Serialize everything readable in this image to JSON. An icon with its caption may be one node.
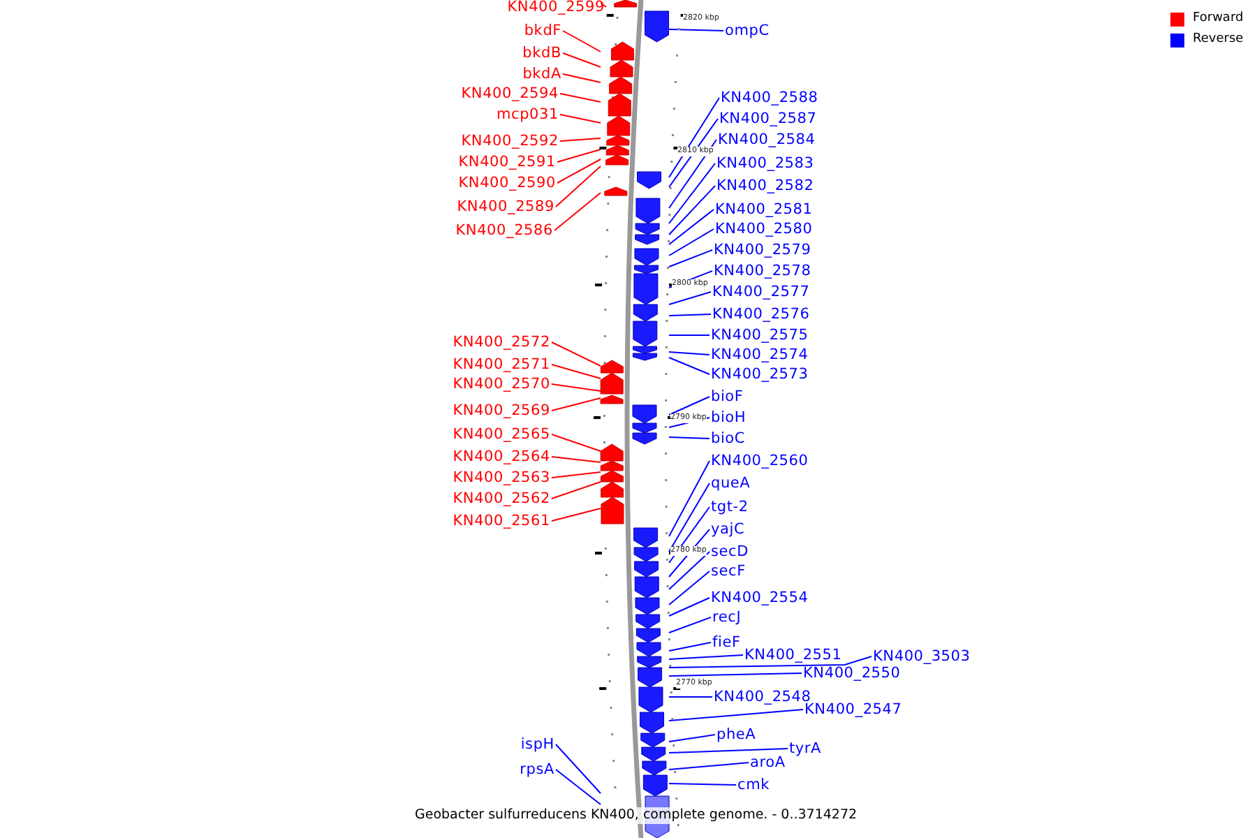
{
  "diagram": {
    "caption": "Geobacter sulfurreducens KN400, complete genome. - 0..3714272",
    "nodes": [
      {
        "text": [
          "KN400_2599"
        ]
      },
      {
        "text": [
          "bkdF"
        ]
      },
      {
        "text": [
          "bkdB"
        ]
      },
      {
        "text": [
          "bkdA"
        ]
      },
      {
        "text": [
          "KN400_2594"
        ]
      },
      {
        "text": [
          "mcp031"
        ]
      },
      {
        "text": [
          "KN400_2592"
        ]
      },
      {
        "text": [
          "KN400_2591"
        ]
      },
      {
        "text": [
          "KN400_2590"
        ]
      },
      {
        "text": [
          "KN400_2589"
        ]
      },
      {
        "text": [
          "KN400_2586"
        ]
      },
      {
        "text": [
          "KN400_2572"
        ]
      },
      {
        "text": [
          "KN400_2571"
        ]
      },
      {
        "text": [
          "KN400_2570"
        ]
      },
      {
        "text": [
          "KN400_2569"
        ]
      },
      {
        "text": [
          "KN400_2565"
        ]
      },
      {
        "text": [
          "KN400_2564"
        ]
      },
      {
        "text": [
          "KN400_2563"
        ]
      },
      {
        "text": [
          "KN400_2562"
        ]
      },
      {
        "text": [
          "KN400_2561"
        ]
      },
      {
        "text": [
          "ompC"
        ]
      },
      {
        "text": [
          "KN400_2588"
        ]
      },
      {
        "text": [
          "KN400_2587"
        ]
      },
      {
        "text": [
          "KN400_2584"
        ]
      },
      {
        "text": [
          "KN400_2583"
        ]
      },
      {
        "text": [
          "KN400_2582"
        ]
      },
      {
        "text": [
          "KN400_2581"
        ]
      },
      {
        "text": [
          "KN400_2580"
        ]
      },
      {
        "text": [
          "KN400_2579"
        ]
      },
      {
        "text": [
          "KN400_2578"
        ]
      },
      {
        "text": [
          "KN400_2577"
        ]
      },
      {
        "text": [
          "KN400_2576"
        ]
      },
      {
        "text": [
          "KN400_2575"
        ]
      },
      {
        "text": [
          "KN400_2574"
        ]
      },
      {
        "text": [
          "KN400_2573"
        ]
      },
      {
        "text": [
          "bioF"
        ]
      },
      {
        "text": [
          "bioH"
        ]
      },
      {
        "text": [
          "bioC"
        ]
      },
      {
        "text": [
          "KN400_2560"
        ]
      },
      {
        "text": [
          "queA"
        ]
      },
      {
        "text": [
          "tgt-2"
        ]
      },
      {
        "text": [
          "yajC"
        ]
      },
      {
        "text": [
          "secD"
        ]
      },
      {
        "text": [
          "secF"
        ]
      },
      {
        "text": [
          "KN400_2554"
        ]
      },
      {
        "text": [
          "recJ"
        ]
      },
      {
        "text": [
          "fieF"
        ]
      },
      {
        "text": [
          "KN400_2551"
        ]
      },
      {
        "text": [
          "KN400_3503"
        ]
      },
      {
        "text": [
          "KN400_2550"
        ]
      },
      {
        "text": [
          "KN400_2548"
        ]
      },
      {
        "text": [
          "KN400_2547"
        ]
      },
      {
        "text": [
          "pheA"
        ]
      },
      {
        "text": [
          "tyrA"
        ]
      },
      {
        "text": [
          "aroA"
        ]
      },
      {
        "text": [
          "cmk"
        ]
      },
      {
        "text": [
          "ispH"
        ]
      },
      {
        "text": [
          "rpsA"
        ]
      },
      {
        "text": [],
        "shape": "picture"
      }
    ],
    "edges": [
      {
        "from": 0,
        "to": 58,
        "arrow": "none",
        "color": "#ff0000"
      },
      {
        "from": 1,
        "to": 58,
        "arrow": "none",
        "color": "#ff0000"
      },
      {
        "from": 2,
        "to": 58,
        "arrow": "none",
        "color": "#ff0000"
      },
      {
        "from": 3,
        "to": 58,
        "arrow": "none",
        "color": "#ff0000"
      },
      {
        "from": 4,
        "to": 58,
        "arrow": "none",
        "color": "#ff0000"
      },
      {
        "from": 5,
        "to": 58,
        "arrow": "none",
        "color": "#ff0000"
      },
      {
        "from": 6,
        "to": 58,
        "arrow": "none",
        "color": "#ff0000"
      },
      {
        "from": 7,
        "to": 58,
        "arrow": "none",
        "color": "#ff0000"
      },
      {
        "from": 8,
        "to": 58,
        "arrow": "none",
        "color": "#ff0000"
      },
      {
        "from": 9,
        "to": 58,
        "arrow": "none",
        "color": "#ff0000"
      },
      {
        "from": 10,
        "to": 58,
        "arrow": "none",
        "color": "#ff0000"
      },
      {
        "from": 11,
        "to": 58,
        "arrow": "none",
        "color": "#ff0000"
      },
      {
        "from": 12,
        "to": 58,
        "arrow": "none",
        "color": "#ff0000"
      },
      {
        "from": 13,
        "to": 58,
        "arrow": "none",
        "color": "#ff0000"
      },
      {
        "from": 14,
        "to": 58,
        "arrow": "none",
        "color": "#ff0000"
      },
      {
        "from": 15,
        "to": 58,
        "arrow": "none",
        "color": "#ff0000"
      },
      {
        "from": 16,
        "to": 58,
        "arrow": "none",
        "color": "#ff0000"
      },
      {
        "from": 17,
        "to": 58,
        "arrow": "none",
        "color": "#ff0000"
      },
      {
        "from": 18,
        "to": 58,
        "arrow": "none",
        "color": "#ff0000"
      },
      {
        "from": 19,
        "to": 58,
        "arrow": "none",
        "color": "#ff0000"
      },
      {
        "from": 20,
        "to": 58,
        "arrow": "none"
      },
      {
        "from": 21,
        "to": 58,
        "arrow": "none"
      },
      {
        "from": 22,
        "to": 58,
        "arrow": "none"
      },
      {
        "from": 23,
        "to": 58,
        "arrow": "none"
      },
      {
        "from": 24,
        "to": 58,
        "arrow": "none"
      },
      {
        "from": 25,
        "to": 58,
        "arrow": "none"
      },
      {
        "from": 26,
        "to": 58,
        "arrow": "none"
      },
      {
        "from": 27,
        "to": 58,
        "arrow": "none"
      },
      {
        "from": 28,
        "to": 58,
        "arrow": "none"
      },
      {
        "from": 29,
        "to": 58,
        "arrow": "none"
      },
      {
        "from": 30,
        "to": 58,
        "arrow": "none"
      },
      {
        "from": 31,
        "to": 58,
        "arrow": "none"
      },
      {
        "from": 32,
        "to": 58,
        "arrow": "none"
      },
      {
        "from": 33,
        "to": 58,
        "arrow": "none"
      },
      {
        "from": 34,
        "to": 58,
        "arrow": "none"
      },
      {
        "from": 35,
        "to": 58,
        "arrow": "none"
      },
      {
        "from": 36,
        "to": 58,
        "arrow": "none"
      },
      {
        "from": 37,
        "to": 58,
        "arrow": "none"
      },
      {
        "from": 38,
        "to": 58,
        "arrow": "none"
      },
      {
        "from": 39,
        "to": 58,
        "arrow": "none"
      },
      {
        "from": 40,
        "to": 58,
        "arrow": "none"
      },
      {
        "from": 41,
        "to": 58,
        "arrow": "none"
      },
      {
        "from": 42,
        "to": 58,
        "arrow": "none"
      },
      {
        "from": 43,
        "to": 58,
        "arrow": "none"
      },
      {
        "from": 44,
        "to": 58,
        "arrow": "none"
      },
      {
        "from": 45,
        "to": 58,
        "arrow": "none"
      },
      {
        "from": 46,
        "to": 58,
        "arrow": "none"
      },
      {
        "from": 47,
        "to": 58,
        "arrow": "none"
      },
      {
        "from": 48,
        "to": 58,
        "arrow": "none"
      },
      {
        "from": 49,
        "to": 58,
        "arrow": "none"
      },
      {
        "from": 50,
        "to": 58,
        "arrow": "none"
      },
      {
        "from": 51,
        "to": 58,
        "arrow": "none"
      },
      {
        "from": 52,
        "to": 58,
        "arrow": "none"
      },
      {
        "from": 53,
        "to": 58,
        "arrow": "none"
      },
      {
        "from": 54,
        "to": 58,
        "arrow": "none"
      },
      {
        "from": 55,
        "to": 58,
        "arrow": "none"
      },
      {
        "from": 56,
        "to": 58,
        "arrow": "none"
      },
      {
        "from": 57,
        "to": 58,
        "arrow": "none"
      }
    ],
    "labels": [
      "2820 kbp",
      "2810 kbp",
      "2800 kbp",
      "2790 kbp",
      "2780 kbp",
      "2770 kbp"
    ],
    "legend": [
      {
        "text": "Forward",
        "color": "#ff0000"
      },
      {
        "text": "Reverse",
        "color": "#0000ff"
      }
    ]
  }
}
